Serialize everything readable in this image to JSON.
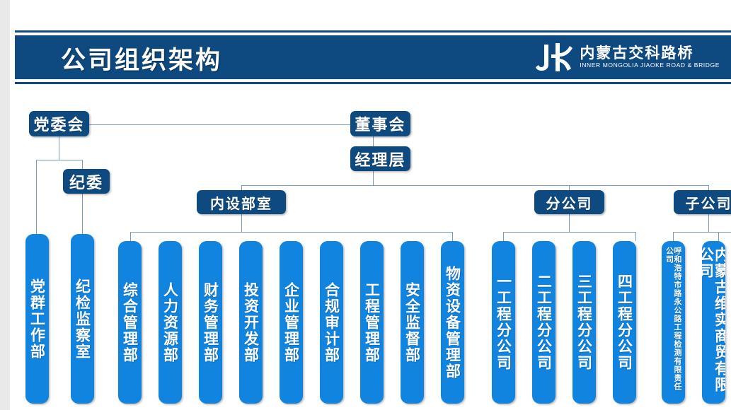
{
  "header": {
    "title": "公司组织架构",
    "logo_cn": "内蒙古交科路桥",
    "logo_en": "INNER MONGOLIA JIAOKE ROAD & BRIDGE",
    "band_color": "#0e4a7f"
  },
  "colors": {
    "navy": "#0e4a7f",
    "bright_blue": "#1184e0",
    "connector": "#7b9bb8",
    "page_bg": "#ffffff",
    "canvas_bg": "#e9e9e9"
  },
  "chart_data": {
    "type": "diagram",
    "title": "公司组织架构",
    "nodes": [
      {
        "id": "party",
        "label": "党委会",
        "level": 1,
        "style": "navy"
      },
      {
        "id": "board",
        "label": "董事会",
        "level": 1,
        "style": "navy"
      },
      {
        "id": "discip",
        "label": "纪委",
        "level": 2,
        "style": "navy"
      },
      {
        "id": "mgmt",
        "label": "经理层",
        "level": 2,
        "style": "navy"
      },
      {
        "id": "internal",
        "label": "内设部室",
        "level": 3,
        "style": "navy"
      },
      {
        "id": "branch",
        "label": "分公司",
        "level": 3,
        "style": "navy"
      },
      {
        "id": "sub",
        "label": "子公司",
        "level": 3,
        "style": "navy"
      }
    ],
    "edges": [
      {
        "from": "party",
        "to": "board",
        "type": "dotted-peer"
      },
      {
        "from": "party",
        "to": "discip"
      },
      {
        "from": "party",
        "to": "dangqun"
      },
      {
        "from": "discip",
        "to": "jijian"
      },
      {
        "from": "board",
        "to": "mgmt"
      },
      {
        "from": "mgmt",
        "to": "internal"
      },
      {
        "from": "mgmt",
        "to": "branch"
      },
      {
        "from": "mgmt",
        "to": "sub"
      }
    ]
  },
  "party_units": [
    {
      "id": "dangqun",
      "label": "党群工作部"
    },
    {
      "id": "jijian",
      "label": "纪检监察室"
    }
  ],
  "internal_departments": [
    {
      "id": "zonghe",
      "label": "综合管理部"
    },
    {
      "id": "renli",
      "label": "人力资源部"
    },
    {
      "id": "caiwu",
      "label": "财务管理部"
    },
    {
      "id": "touzi",
      "label": "投资开发部"
    },
    {
      "id": "qiye",
      "label": "企业管理部"
    },
    {
      "id": "hegui",
      "label": "合规审计部"
    },
    {
      "id": "gongcheng",
      "label": "工程管理部"
    },
    {
      "id": "anquan",
      "label": "安全监督部"
    },
    {
      "id": "wuzi",
      "label": "物资设备管理部"
    }
  ],
  "branch_companies": [
    {
      "id": "b1",
      "label": "一工程分公司"
    },
    {
      "id": "b2",
      "label": "二工程分公司"
    },
    {
      "id": "b3",
      "label": "三工程分公司"
    },
    {
      "id": "b4",
      "label": "四工程分公司"
    }
  ],
  "subsidiaries": [
    {
      "id": "s1",
      "label": "呼和浩特市路永公路工程检测有限责任公司"
    },
    {
      "id": "s2",
      "label": "内蒙古维实商贸有限公司"
    }
  ]
}
